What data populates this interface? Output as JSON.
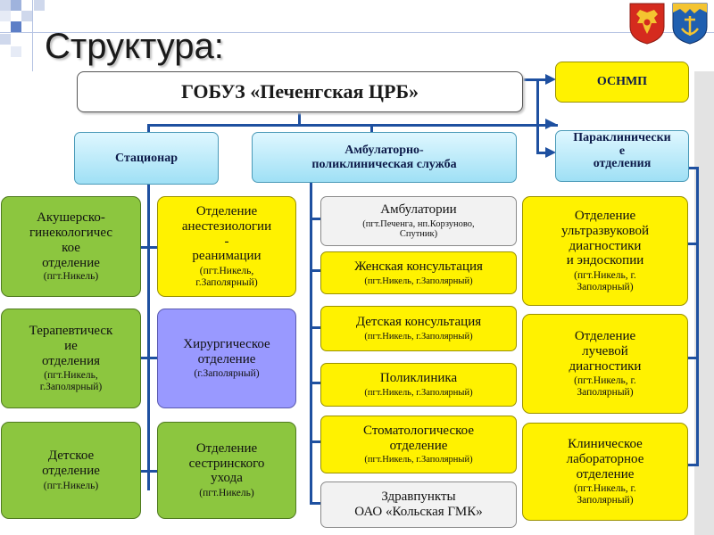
{
  "title": "Структура:",
  "root": "ГОБУЗ «Печенгская ЦРБ»",
  "oshmp": "ОСНМП",
  "branches": {
    "stationary": "Стационар",
    "ambulatory": "Амбулаторно-\nполиклиническая служба",
    "paraclinical": "Параклинически\nе\nотделения"
  },
  "stationary_left": [
    {
      "name": "Акушерско-\nгинекологичес\nкое\nотделение",
      "loc": "(пгт.Никель)"
    },
    {
      "name": "Терапевтическ\nие\nотделения",
      "loc": "(пгт.Никель,\nг.Заполярный)"
    },
    {
      "name": "Детское\nотделение",
      "loc": "(пгт.Никель)"
    }
  ],
  "stationary_right": [
    {
      "name": "Отделение\nанестезиологии\n-\nреанимации",
      "loc": "(пгт.Никель,\nг.Заполярный)"
    },
    {
      "name": "Хирургическое\nотделение",
      "loc": "(г.Заполярный)"
    },
    {
      "name": "Отделение\nсестринского\nухода",
      "loc": "(пгт.Никель)"
    }
  ],
  "ambulatory_items": [
    {
      "name": "Амбулатории",
      "loc": "(пгт.Печенга, нп.Корзуново,\nСпутник)"
    },
    {
      "name": "Женская консультация",
      "loc": "(пгт.Никель, г.Заполярный)"
    },
    {
      "name": "Детская консультация",
      "loc": "(пгт.Никель, г.Заполярный)"
    },
    {
      "name": "Поликлиника",
      "loc": "(пгт.Никель, г.Заполярный)"
    },
    {
      "name": "Стоматологическое\nотделение",
      "loc": "(пгт.Никель, г.Заполярный)"
    },
    {
      "name": "Здравпункты\nОАО «Кольская ГМК»",
      "loc": ""
    }
  ],
  "paraclinical_items": [
    {
      "name": "Отделение\nультразвуковой\nдиагностики\nи эндоскопии",
      "loc": "(пгт.Никель, г.\nЗаполярный)"
    },
    {
      "name": "Отделение\nлучевой\nдиагностики",
      "loc": "(пгт.Никель, г.\nЗаполярный)"
    },
    {
      "name": "Клиническое\nлабораторное\nотделение",
      "loc": "(пгт.Никель, г.\nЗаполярный)"
    }
  ],
  "colors": {
    "green": "#8cc63f",
    "yellow": "#fff200",
    "purple": "#9999ff",
    "cyan": "#9fe0f5",
    "connector": "#1e50a0"
  },
  "icons": [
    "russia-coat-of-arms-icon",
    "murmansk-region-coat-of-arms-icon"
  ]
}
